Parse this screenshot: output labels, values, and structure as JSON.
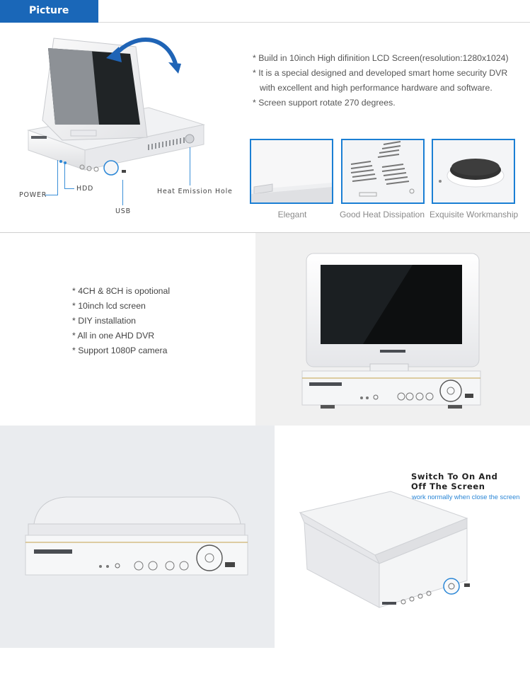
{
  "header": {
    "title": "Picture"
  },
  "section1": {
    "features": [
      "* Build in 10inch High difinition  LCD Screen(resolution:1280x1024)",
      "* It is a special designed and developed smart home security DVR",
      "with excellent and high performance hardware and software.",
      "* Screen support rotate 270 degrees."
    ],
    "callouts": {
      "power": "POWER",
      "hdd": "HDD",
      "usb": "USB",
      "heat": "Heat Emission Hole"
    },
    "details": [
      {
        "caption": "Elegant"
      },
      {
        "caption": "Good Heat Dissipation"
      },
      {
        "caption": "Exquisite Workmanship"
      }
    ]
  },
  "section2": {
    "features": [
      "* 4CH & 8CH is opotional",
      "* 10inch lcd screen",
      "* DIY installation",
      "* All in one AHD DVR",
      "* Support 1080P camera"
    ]
  },
  "section3": {
    "title_line1": "Switch To On And",
    "title_line2": "Off The Screen",
    "subtitle": "work normally when close the screen"
  },
  "colors": {
    "accent": "#1a67b8",
    "frame": "#1b7fd4",
    "callout": "#3a8fd8"
  }
}
